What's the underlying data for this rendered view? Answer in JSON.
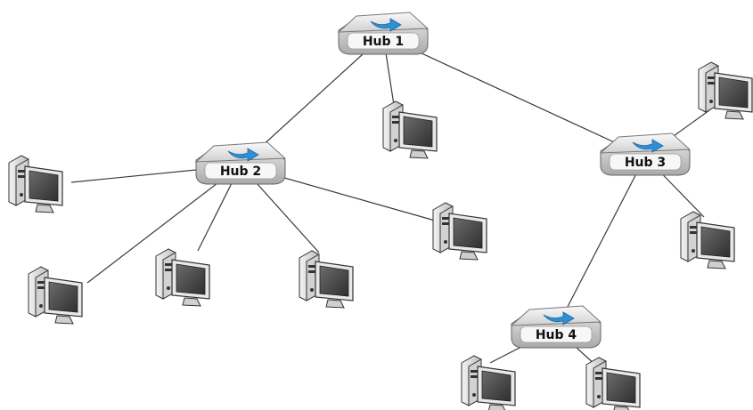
{
  "hubs": [
    {
      "id": "hub1",
      "label": "Hub 1"
    },
    {
      "id": "hub2",
      "label": "Hub 2"
    },
    {
      "id": "hub3",
      "label": "Hub 3"
    },
    {
      "id": "hub4",
      "label": "Hub 4"
    }
  ],
  "computers": [
    {
      "id": "pc1",
      "hub": "hub1"
    },
    {
      "id": "pc2",
      "hub": "hub2"
    },
    {
      "id": "pc3",
      "hub": "hub2"
    },
    {
      "id": "pc4",
      "hub": "hub2"
    },
    {
      "id": "pc5",
      "hub": "hub2"
    },
    {
      "id": "pc6",
      "hub": "hub2"
    },
    {
      "id": "pc7",
      "hub": "hub3"
    },
    {
      "id": "pc8",
      "hub": "hub3"
    },
    {
      "id": "pc9",
      "hub": "hub4"
    },
    {
      "id": "pc10",
      "hub": "hub4"
    }
  ],
  "links": [
    [
      "hub1",
      "hub2"
    ],
    [
      "hub1",
      "hub3"
    ],
    [
      "hub3",
      "hub4"
    ],
    [
      "hub1",
      "pc1"
    ],
    [
      "hub2",
      "pc2"
    ],
    [
      "hub2",
      "pc3"
    ],
    [
      "hub2",
      "pc4"
    ],
    [
      "hub2",
      "pc5"
    ],
    [
      "hub2",
      "pc6"
    ],
    [
      "hub3",
      "pc7"
    ],
    [
      "hub3",
      "pc8"
    ],
    [
      "hub4",
      "pc9"
    ],
    [
      "hub4",
      "pc10"
    ]
  ],
  "colors": {
    "link": "#3a3a3a",
    "arrow": "#2f8fd6",
    "hub_body": "#e6e6e6",
    "computer": "#2a2a2a"
  }
}
